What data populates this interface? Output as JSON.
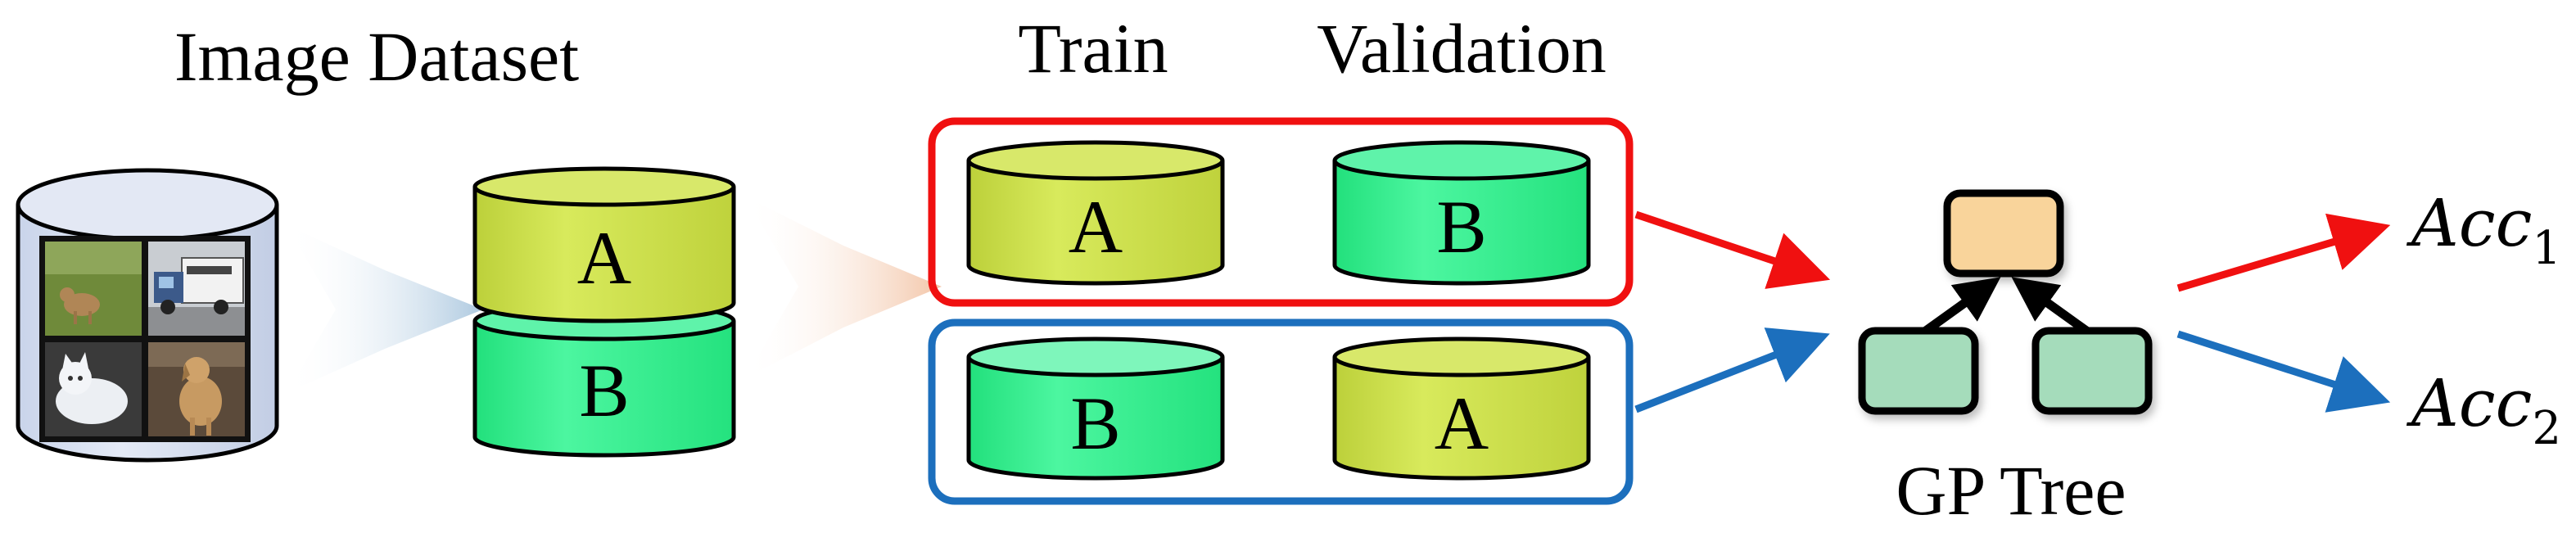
{
  "titles": {
    "dataset": "Image Dataset",
    "train": "Train",
    "validation": "Validation",
    "gp_tree": "GP Tree"
  },
  "split": {
    "top": "A",
    "bottom": "B"
  },
  "fold1": {
    "train": "A",
    "validation": "B",
    "color": "#f01010"
  },
  "fold2": {
    "train": "B",
    "validation": "A",
    "color": "#1c6fbd"
  },
  "outputs": {
    "acc1": {
      "base": "Acc",
      "sub": "1"
    },
    "acc2": {
      "base": "Acc",
      "sub": "2"
    }
  },
  "colors": {
    "set_a": "#cde14a",
    "set_b": "#33f08c",
    "root_node": "#f9d49b",
    "child_node": "#a5dcbb"
  }
}
